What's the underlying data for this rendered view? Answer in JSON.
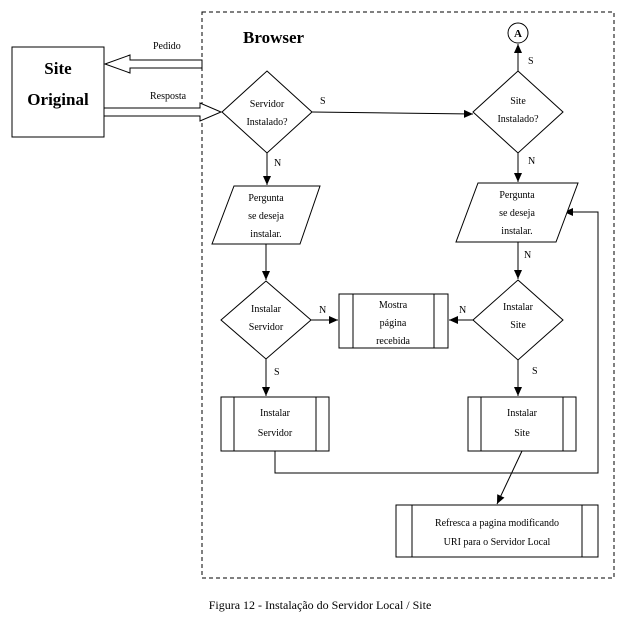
{
  "diagram": {
    "browser_label": "Browser",
    "site_original": {
      "line1": "Site",
      "line2": "Original"
    },
    "pedido": "Pedido",
    "resposta": "Resposta",
    "servidor_instalado": {
      "line1": "Servidor",
      "line2": "Instalado?"
    },
    "site_instalado": {
      "line1": "Site",
      "line2": "Instalado?"
    },
    "pergunta_servidor": {
      "line1": "Pergunta",
      "line2": "se deseja",
      "line3": "instalar."
    },
    "pergunta_site": {
      "line1": "Pergunta",
      "line2": "se deseja",
      "line3": "instalar."
    },
    "instalar_servidor_q": {
      "line1": "Instalar",
      "line2": "Servidor"
    },
    "instalar_site_q": {
      "line1": "Instalar",
      "line2": "Site"
    },
    "mostra_pagina": {
      "line1": "Mostra",
      "line2": "página",
      "line3": "recebida"
    },
    "instalar_servidor_proc": {
      "line1": "Instalar",
      "line2": "Servidor"
    },
    "instalar_site_proc": {
      "line1": "Instalar",
      "line2": "Site"
    },
    "refresca": {
      "line1": "Refresca a pagina modificando",
      "line2": "URI para o Servidor Local"
    },
    "connector": "A",
    "label_s": "S",
    "label_n": "N",
    "caption": "Figura  12 - Instalação do Servidor Local / Site"
  }
}
